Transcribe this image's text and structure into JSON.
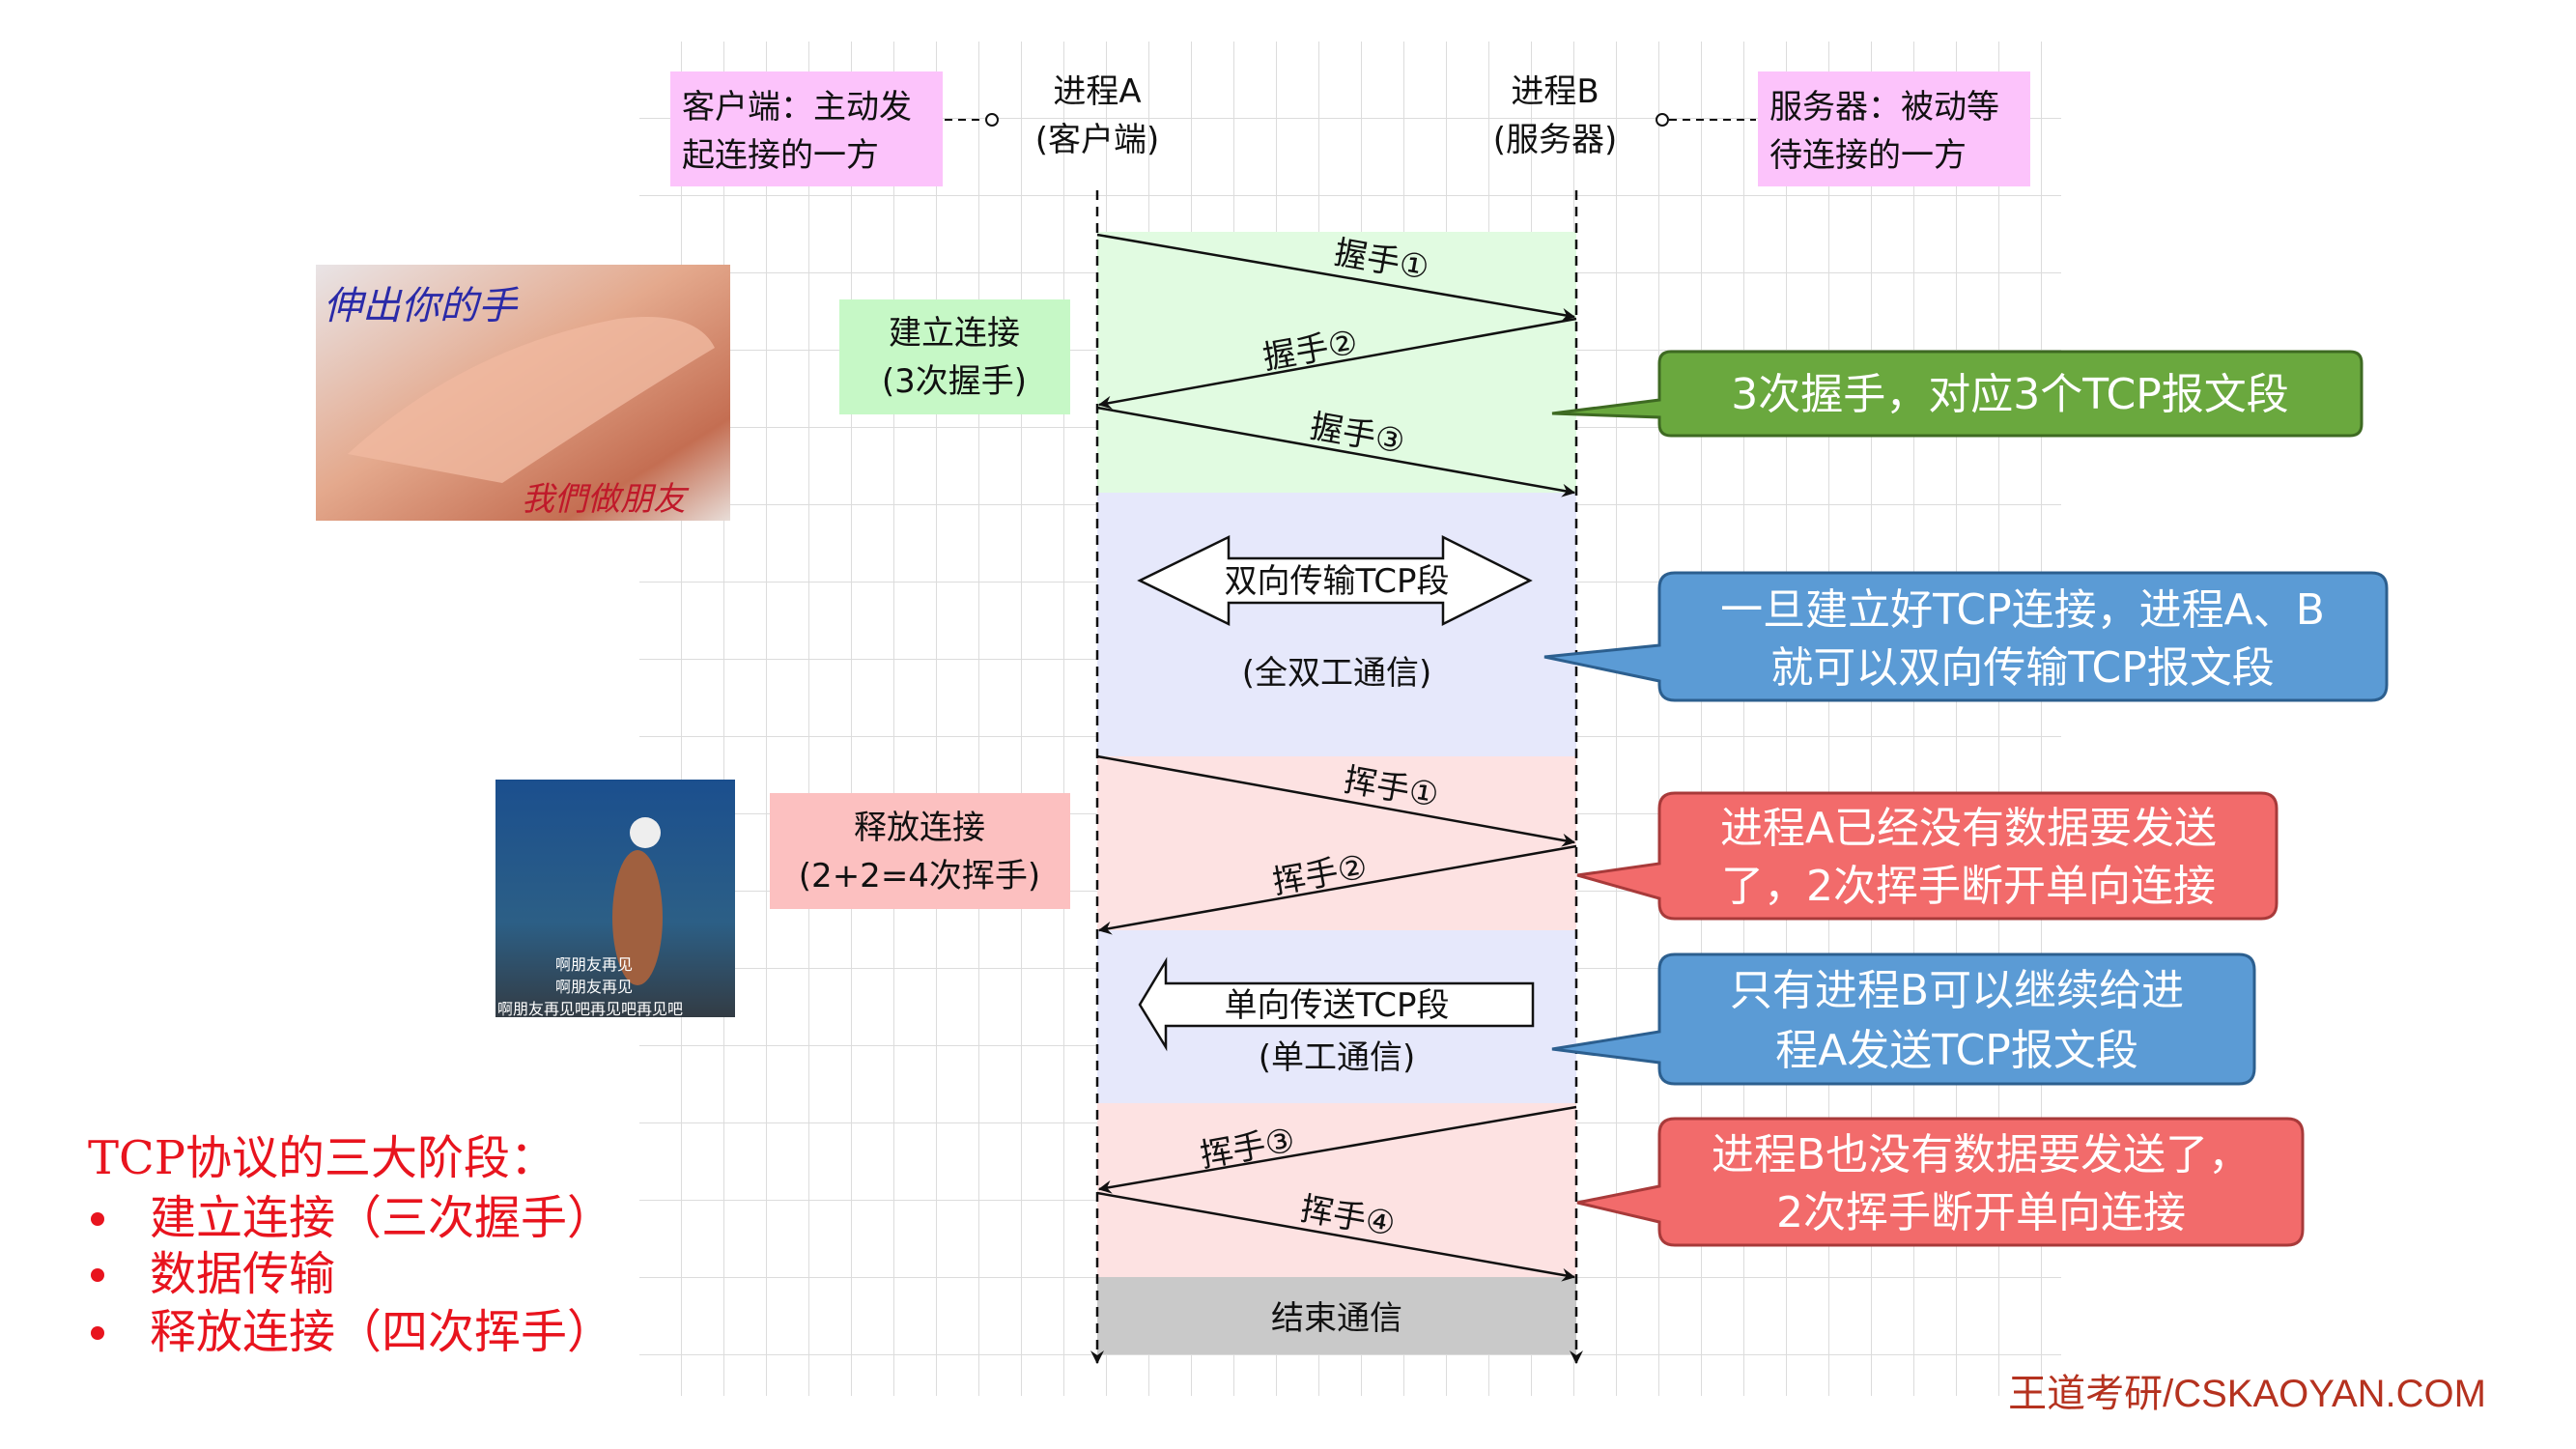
{
  "header": {
    "process_a": "进程A",
    "process_a_role": "(客户端)",
    "process_b": "进程B",
    "process_b_role": "(服务器)",
    "client_note": [
      "客户端：主动发",
      "起连接的一方"
    ],
    "server_note": [
      "服务器：被动等",
      "待连接的一方"
    ]
  },
  "phases": {
    "establish": [
      "建立连接",
      "(3次握手)"
    ],
    "release": [
      "释放连接",
      "(2+2=4次挥手)"
    ],
    "duplex_arrow": "双向传输TCP段",
    "duplex_caption": "(全双工通信)",
    "simplex_arrow": "单向传送TCP段",
    "simplex_caption": "(单工通信)",
    "end": "结束通信"
  },
  "messages": {
    "syn1": "握手①",
    "syn2": "握手②",
    "syn3": "握手③",
    "fin1": "挥手①",
    "fin2": "挥手②",
    "fin3": "挥手③",
    "fin4": "挥手④"
  },
  "callouts": {
    "handshake": [
      "3次握手，对应3个TCP报文段"
    ],
    "duplex": [
      "一旦建立好TCP连接，进程A、B",
      "就可以双向传输TCP报文段"
    ],
    "half_close_a": [
      "进程A已经没有数据要发送",
      "了，2次挥手断开单向连接"
    ],
    "simplex": [
      "只有进程B可以继续给进",
      "程A发送TCP报文段"
    ],
    "half_close_b": [
      "进程B也没有数据要发送了，",
      "2次挥手断开单向连接"
    ]
  },
  "images": {
    "hands_caption_top": "伸出你的手",
    "hands_caption_bottom": "我們做朋友",
    "jerry_captions": [
      "啊朋友再见",
      "啊朋友再见",
      "啊朋友再见吧再见吧再见吧"
    ]
  },
  "summary": {
    "title": "TCP协议的三大阶段：",
    "items": [
      "建立连接（三次握手）",
      "数据传输",
      "释放连接（四次挥手）"
    ]
  },
  "footer": "王道考研/CSKAOYAN.COM",
  "colors": {
    "green_band": "#e1fbe1",
    "blue_band": "#e6e8fb",
    "pink_band": "#fde2e2",
    "gray_band": "#c9c9c9",
    "note_pink": "#fcc3fb",
    "callout_green": "#6aa83e",
    "callout_blue": "#5b9bd5",
    "callout_red": "#f26b6b",
    "summary_red": "#e8141e",
    "footer": "#b5321f"
  }
}
